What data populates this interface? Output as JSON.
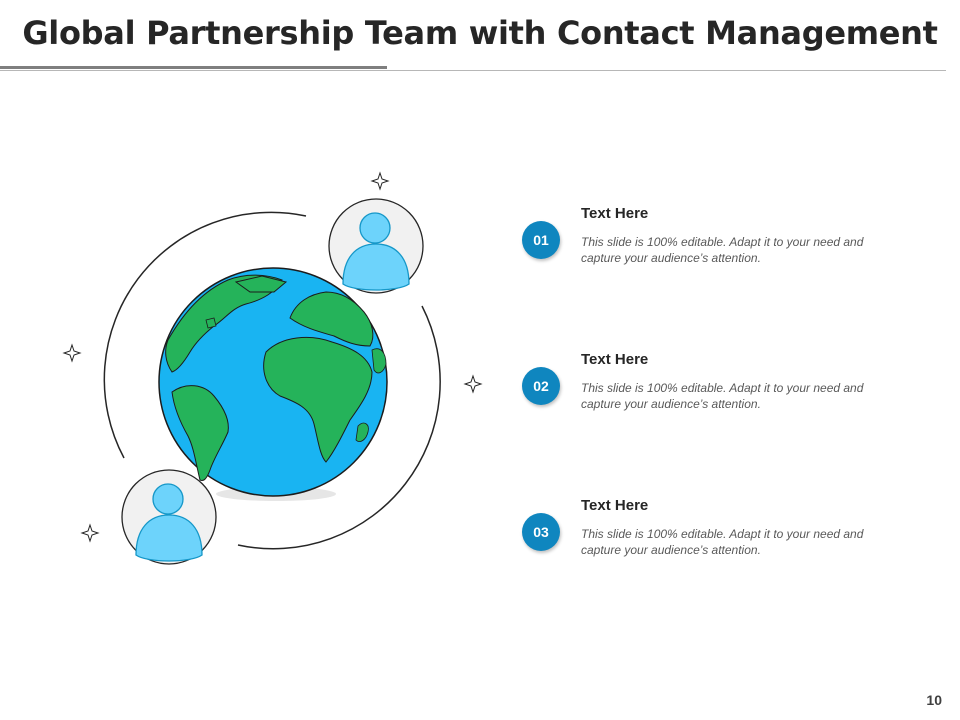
{
  "slide": {
    "title": "Global Partnership Team with Contact Management",
    "page_number": "10"
  },
  "items": [
    {
      "number": "01",
      "heading": "Text Here",
      "body": "This slide is 100% editable. Adapt it to your need and capture your audience’s attention."
    },
    {
      "number": "02",
      "heading": "Text Here",
      "body": "This slide is 100% editable. Adapt it to your need and capture your audience’s attention."
    },
    {
      "number": "03",
      "heading": "Text Here",
      "body": "This slide is 100% editable. Adapt it to your need and capture your audience’s attention."
    }
  ],
  "icons": [
    "globe-icon",
    "user-icon",
    "sparkle-icon"
  ],
  "colors": {
    "badge": "#0f86bf",
    "ocean": "#19b4f2",
    "land": "#25b35a",
    "avatar": "#6dd3fb",
    "rule_dark": "#7f7f7f",
    "rule_light": "#b7b7b7"
  }
}
